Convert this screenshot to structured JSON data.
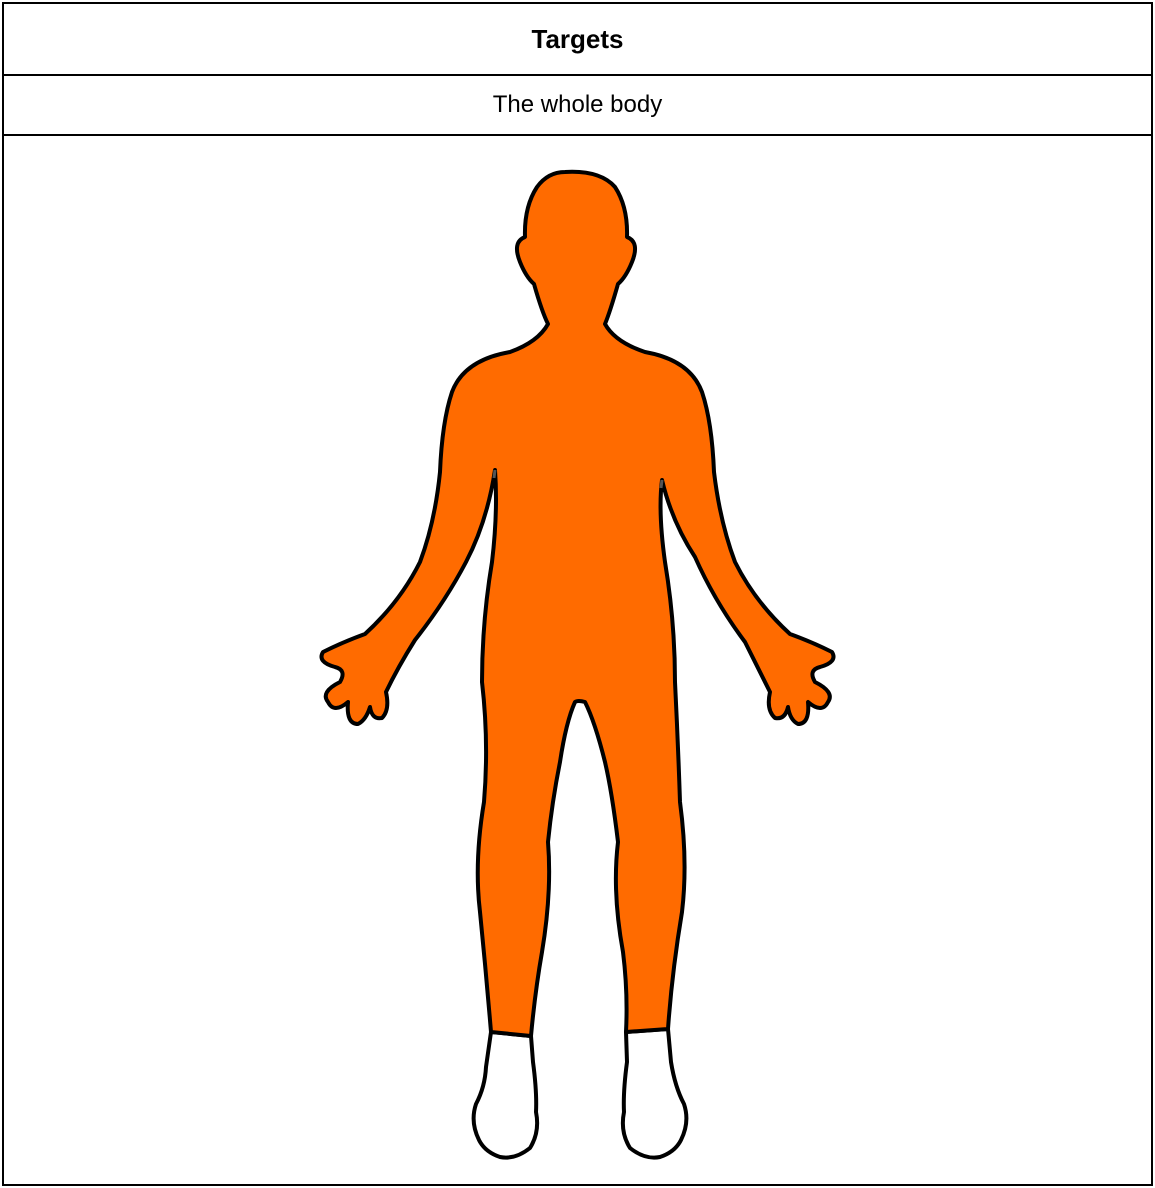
{
  "table": {
    "header": "Targets",
    "target_label": "The whole body"
  },
  "figure": {
    "highlight_color": "#FF6B00",
    "outline_color": "#000000",
    "unhighlighted_color": "#FFFFFF",
    "highlighted_region": "whole body",
    "unhighlighted_region": "feet"
  }
}
